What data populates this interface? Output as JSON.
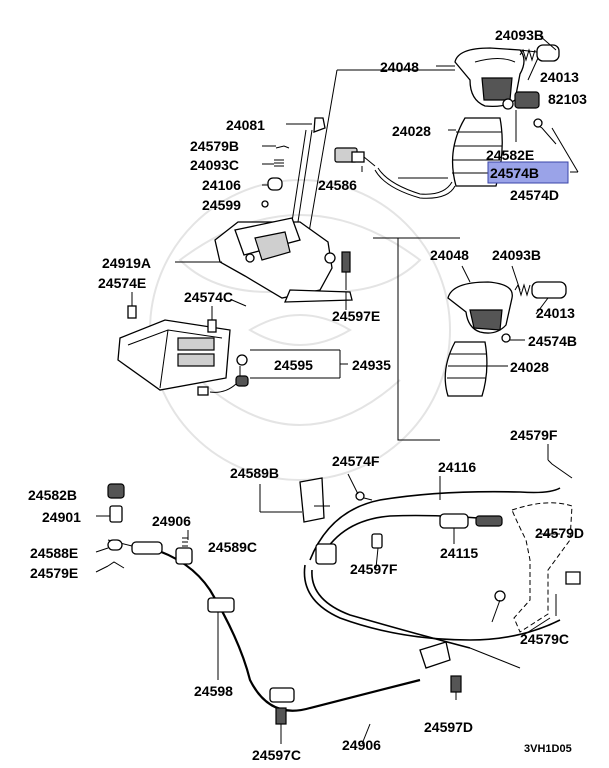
{
  "diagram": {
    "highlight_color": "#9aa3e8",
    "code": "3VH1D05",
    "labels": {
      "p24093B_top": "24093B",
      "p24048_top": "24048",
      "p24013_top": "24013",
      "p82103": "82103",
      "p24028_top": "24028",
      "p24582E": "24582E",
      "p24574B_hl": "24574B",
      "p24574D": "24574D",
      "p24081": "24081",
      "p24579B": "24579B",
      "p24093C": "24093C",
      "p24106": "24106",
      "p24599": "24599",
      "p24586": "24586",
      "p24919A": "24919A",
      "p24574E": "24574E",
      "p24574C": "24574C",
      "p24597E": "24597E",
      "p24048_mid": "24048",
      "p24093B_mid": "24093B",
      "p24013_mid": "24013",
      "p24574B_mid": "24574B",
      "p24028_mid": "24028",
      "p24595": "24595",
      "p24935": "24935",
      "p24579F": "24579F",
      "p24589B": "24589B",
      "p24574F": "24574F",
      "p24116": "24116",
      "p24582B": "24582B",
      "p24901": "24901",
      "p24906_top": "24906",
      "p24589C": "24589C",
      "p24588E": "24588E",
      "p24579E": "24579E",
      "p24115": "24115",
      "p24579D": "24579D",
      "p24597F": "24597F",
      "p24579C": "24579C",
      "p24598": "24598",
      "p24597D": "24597D",
      "p24597C": "24597C",
      "p24906_bot": "24906"
    }
  }
}
